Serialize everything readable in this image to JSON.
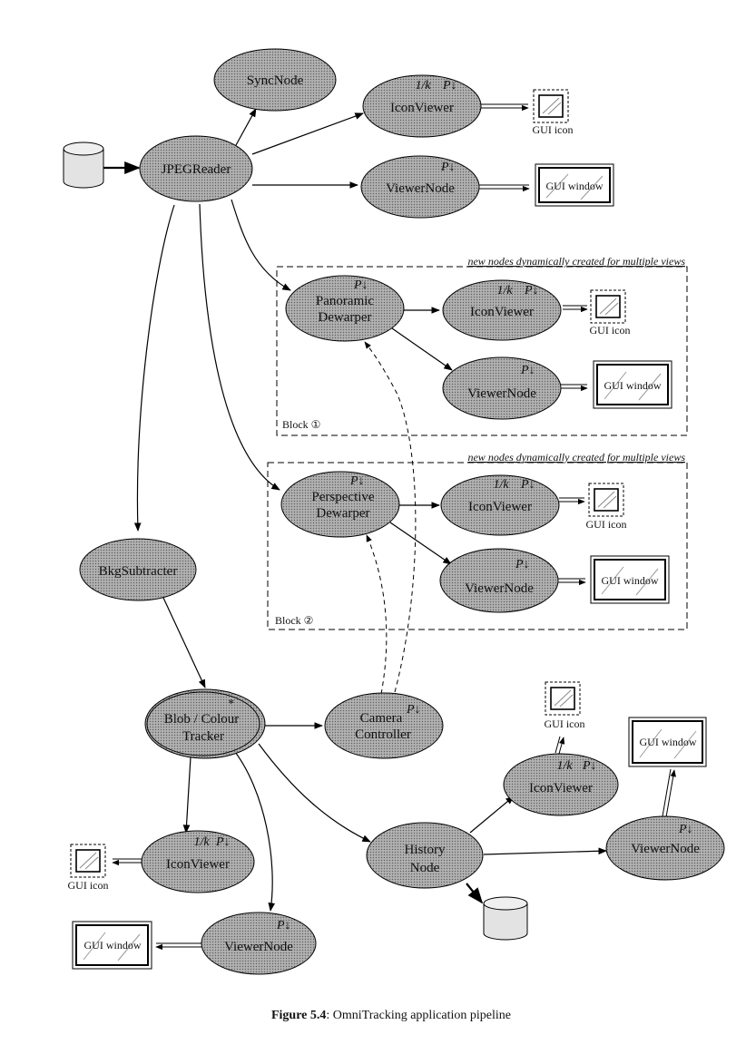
{
  "nodes": {
    "syncnode": "SyncNode",
    "jpegreader": "JPEGReader",
    "iconviewer_top": "IconViewer",
    "viewernode_top": "ViewerNode",
    "panoramic_1": "Panoramic",
    "panoramic_2": "Dewarper",
    "iconviewer_b1": "IconViewer",
    "viewernode_b1": "ViewerNode",
    "perspective_1": "Perspective",
    "perspective_2": "Dewarper",
    "iconviewer_b2": "IconViewer",
    "viewernode_b2": "ViewerNode",
    "bkgsubtracter": "BkgSubtracter",
    "blob_1": "Blob / Colour",
    "blob_2": "Tracker",
    "camera_1": "Camera",
    "camera_2": "Controller",
    "iconviewer_hist": "IconViewer",
    "history_1": "History",
    "history_2": "Node",
    "viewernode_hist": "ViewerNode",
    "iconviewer_blob": "IconViewer",
    "viewernode_blob": "ViewerNode"
  },
  "markers": {
    "p_arrow": "P↓",
    "one_over_k": "1/k",
    "star": "*"
  },
  "gui": {
    "icon_label": "GUI icon",
    "window_label": "GUI window"
  },
  "blocks": {
    "block1_caption": "new nodes dynamically created for multiple views",
    "block1_title": "Block ①",
    "block2_caption": "new nodes dynamically created for multiple views",
    "block2_title": "Block ②"
  },
  "caption": {
    "label": "Figure 5.4",
    "text": ":   OmniTracking application pipeline"
  }
}
